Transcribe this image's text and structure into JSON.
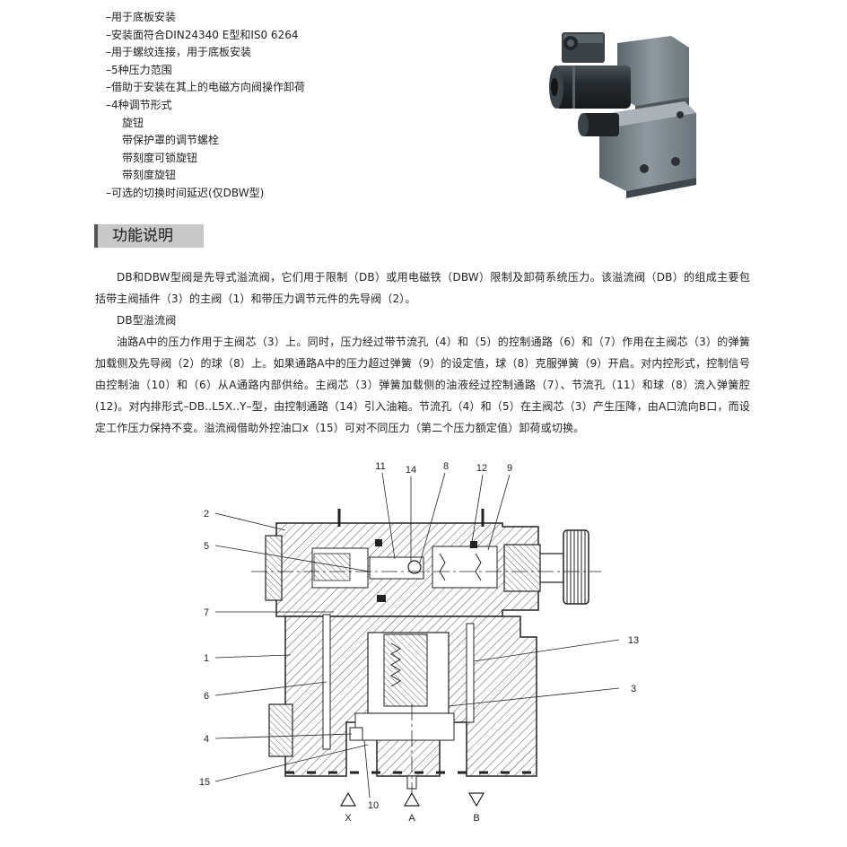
{
  "features": [
    {
      "text": "–用于底板安装",
      "sub": false
    },
    {
      "text": "–安装面符合DIN24340 E型和IS0 6264",
      "sub": false
    },
    {
      "text": "–用于螺纹连接，用于底板安装",
      "sub": false
    },
    {
      "text": "–5种压力范围",
      "sub": false
    },
    {
      "text": "–借助于安装在其上的电磁方向阀操作卸荷",
      "sub": false
    },
    {
      "text": "–4种调节形式",
      "sub": false
    },
    {
      "text": "旋钮",
      "sub": true
    },
    {
      "text": "带保护罩的调节螺栓",
      "sub": true
    },
    {
      "text": "带刻度可锁旋钮",
      "sub": true
    },
    {
      "text": "带刻度旋钮",
      "sub": true
    },
    {
      "text": "–可选的切换时间延迟(仅DBW型)",
      "sub": false
    }
  ],
  "section_title": "功能说明",
  "paragraphs": [
    {
      "text": "DB和DBW型阀是先导式溢流阀，它们用于限制（DB）或用电磁铁（DBW）限制及卸荷系统压力。该溢流阀（DB）的组成主要包括带主阀插件（3）的主阀（1）和带压力调节元件的先导阀（2）。",
      "heading": false
    },
    {
      "text": "DB型溢流阀",
      "heading": true
    },
    {
      "text": "油路A中的压力作用于主阀芯（3）上。同时，压力经过带节流孔（4）和（5）的控制通路（6）和（7）作用在主阀芯（3）的弹簧加载侧及先导阀（2）的球（8）上。如果通路A中的压力超过弹簧（9）的设定值，球（8）克服弹簧（9）开启。对内控形式，控制信号由控制油（10）和（6）从A通路内部供给。主阀芯（3）弹簧加载侧的油液经过控制通路（7）、节流孔（11）和球（8）流入弹簧腔(12)。对内排形式–DB..L5X..Y–型，由控制通路（14）引入油箱。节流孔（4）和（5）在主阀芯（3）产生压降，由A口流向B口，而设定工作压力保持不变。溢流阀借助外控油口x（15）可对不同压力（第二个压力额定值）卸荷或切换。",
      "heading": false
    }
  ],
  "diagram_labels": {
    "n1": "1",
    "n2": "2",
    "n3": "3",
    "n4": "4",
    "n5": "5",
    "n6": "6",
    "n7": "7",
    "n8": "8",
    "n9": "9",
    "n10": "10",
    "n11": "11",
    "n12": "12",
    "n13": "13",
    "n14": "14",
    "n15": "15",
    "port_x": "X",
    "port_a": "A",
    "port_b": "B"
  },
  "colors": {
    "valve_body": "#7f8a91",
    "valve_dark": "#2c3338",
    "section_tab": "#c8c8c8",
    "hatch": "#444444"
  },
  "photo_icons": [
    "solenoid-coil",
    "connector-plug",
    "adjustment-knob"
  ]
}
